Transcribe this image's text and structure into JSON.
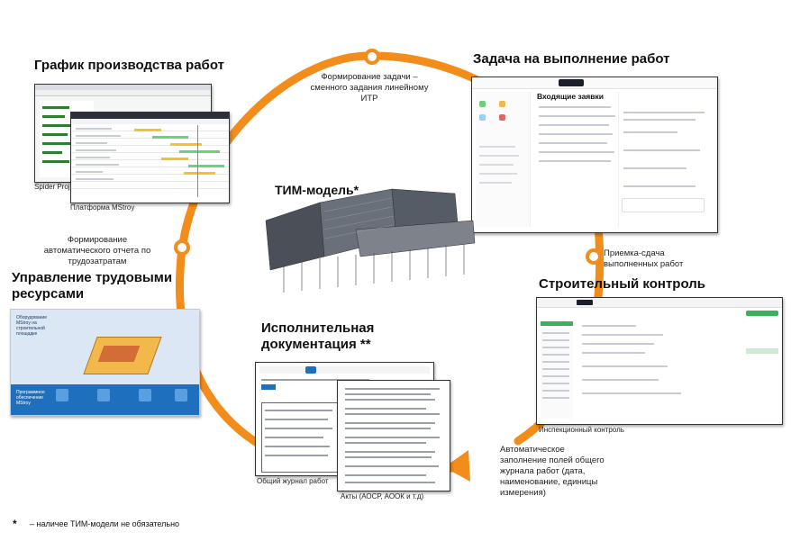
{
  "headings": {
    "schedule": "График производства работ",
    "task": "Задача на выполнение работ",
    "resources": "Управление трудовыми ресурсами",
    "bim": "ТИМ-модель*",
    "docs": "Исполнительная документация **",
    "control": "Строительный контроль"
  },
  "captions": {
    "shift_task": "Формирование задачи – сменного задания линейному ИТР",
    "auto_report": "Формирование автоматического отчета по трудозатратам",
    "acceptance": "Приемка-сдача выполненных работ",
    "auto_fill": "Автоматическое заполнение полей общего журнала работ (дата, наименование, единицы измерения)"
  },
  "labels": {
    "spider": "Spider Project",
    "mstroy": "Платформа MStroy",
    "inspection": "Инспекционный контроль",
    "journal": "Общий журнал работ",
    "acts": "Акты (АОСР, АООК и т.д)"
  },
  "footnote": {
    "star": "*",
    "text": "– наличее ТИМ-модели не обязательно"
  },
  "task_screen": {
    "title": "Входящие заявки"
  },
  "resources_screen": {
    "equipment_label": "Оборудование MStroy на строительной площадке",
    "software_label": "Программное обеспечение MStroy"
  },
  "colors": {
    "arc": "#f28c1a",
    "accent_blue": "#1f6fbf"
  }
}
